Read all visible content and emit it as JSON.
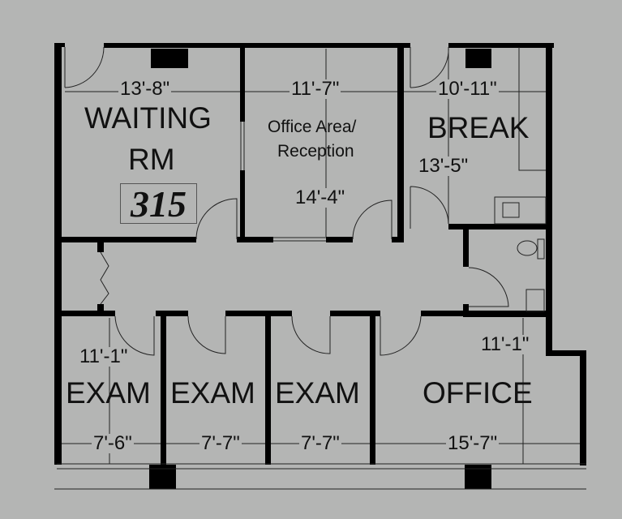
{
  "floorplan": {
    "unit_number": "315",
    "rooms": [
      {
        "id": "waiting",
        "name_line1": "WAITING",
        "name_line2": "RM",
        "width": "13'-8\""
      },
      {
        "id": "reception",
        "name_line1": "Office Area/",
        "name_line2": "Reception",
        "width": "11'-7\"",
        "depth": "14'-4\""
      },
      {
        "id": "break",
        "name": "BREAK",
        "width": "10'-11\"",
        "depth": "13'-5\""
      },
      {
        "id": "exam1",
        "name": "EXAM",
        "width": "7'-6\"",
        "depth": "11'-1\""
      },
      {
        "id": "exam2",
        "name": "EXAM",
        "width": "7'-7\""
      },
      {
        "id": "exam3",
        "name": "EXAM",
        "width": "7'-7\""
      },
      {
        "id": "office",
        "name": "OFFICE",
        "width": "15'-7\"",
        "depth": "11'-1\""
      }
    ],
    "colors": {
      "background": "#b4b5b4",
      "walls": "#000000",
      "lines": "#222222"
    }
  }
}
